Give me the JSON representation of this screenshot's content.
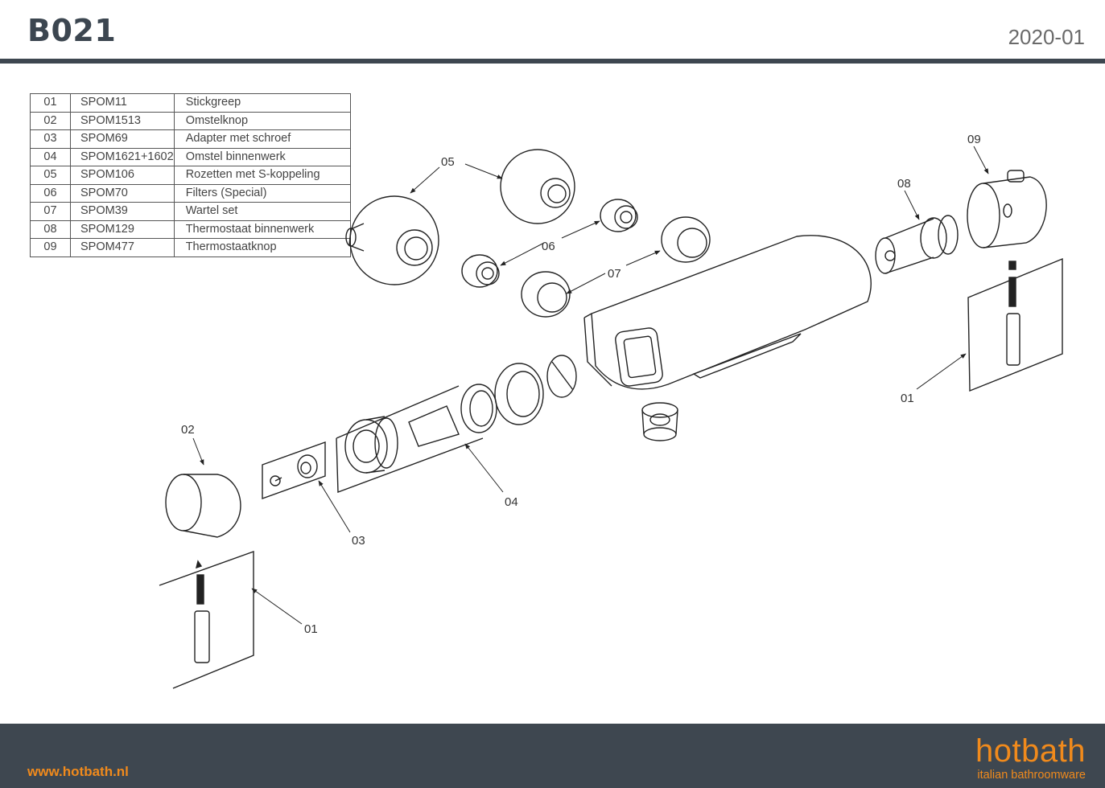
{
  "header": {
    "title": "B021",
    "date": "2020-01"
  },
  "parts": [
    {
      "num": "01",
      "code": "SPOM11",
      "desc": "Stickgreep"
    },
    {
      "num": "02",
      "code": "SPOM1513",
      "desc": "Omstelknop"
    },
    {
      "num": "03",
      "code": "SPOM69",
      "desc": "Adapter met schroef"
    },
    {
      "num": "04",
      "code": "SPOM1621+1602",
      "desc": "Omstel binnenwerk"
    },
    {
      "num": "05",
      "code": "SPOM106",
      "desc": "Rozetten met S-koppeling"
    },
    {
      "num": "06",
      "code": "SPOM70",
      "desc": "Filters (Special)"
    },
    {
      "num": "07",
      "code": "SPOM39",
      "desc": "Wartel set"
    },
    {
      "num": "08",
      "code": "SPOM129",
      "desc": "Thermostaat binnenwerk"
    },
    {
      "num": "09",
      "code": "SPOM477",
      "desc": "Thermostaatknop"
    }
  ],
  "callouts": {
    "c05": "05",
    "c06": "06",
    "c07": "07",
    "c08": "08",
    "c09": "09",
    "c01_right": "01",
    "c02": "02",
    "c03": "03",
    "c04": "04",
    "c01_left": "01"
  },
  "footer": {
    "url": "www.hotbath.nl",
    "brand_name": "hotbath",
    "brand_tagline": "italian bathroomware"
  },
  "colors": {
    "header_rule": "#3e4750",
    "footer_bg": "#3e4750",
    "brand_accent": "#f08a1c"
  }
}
